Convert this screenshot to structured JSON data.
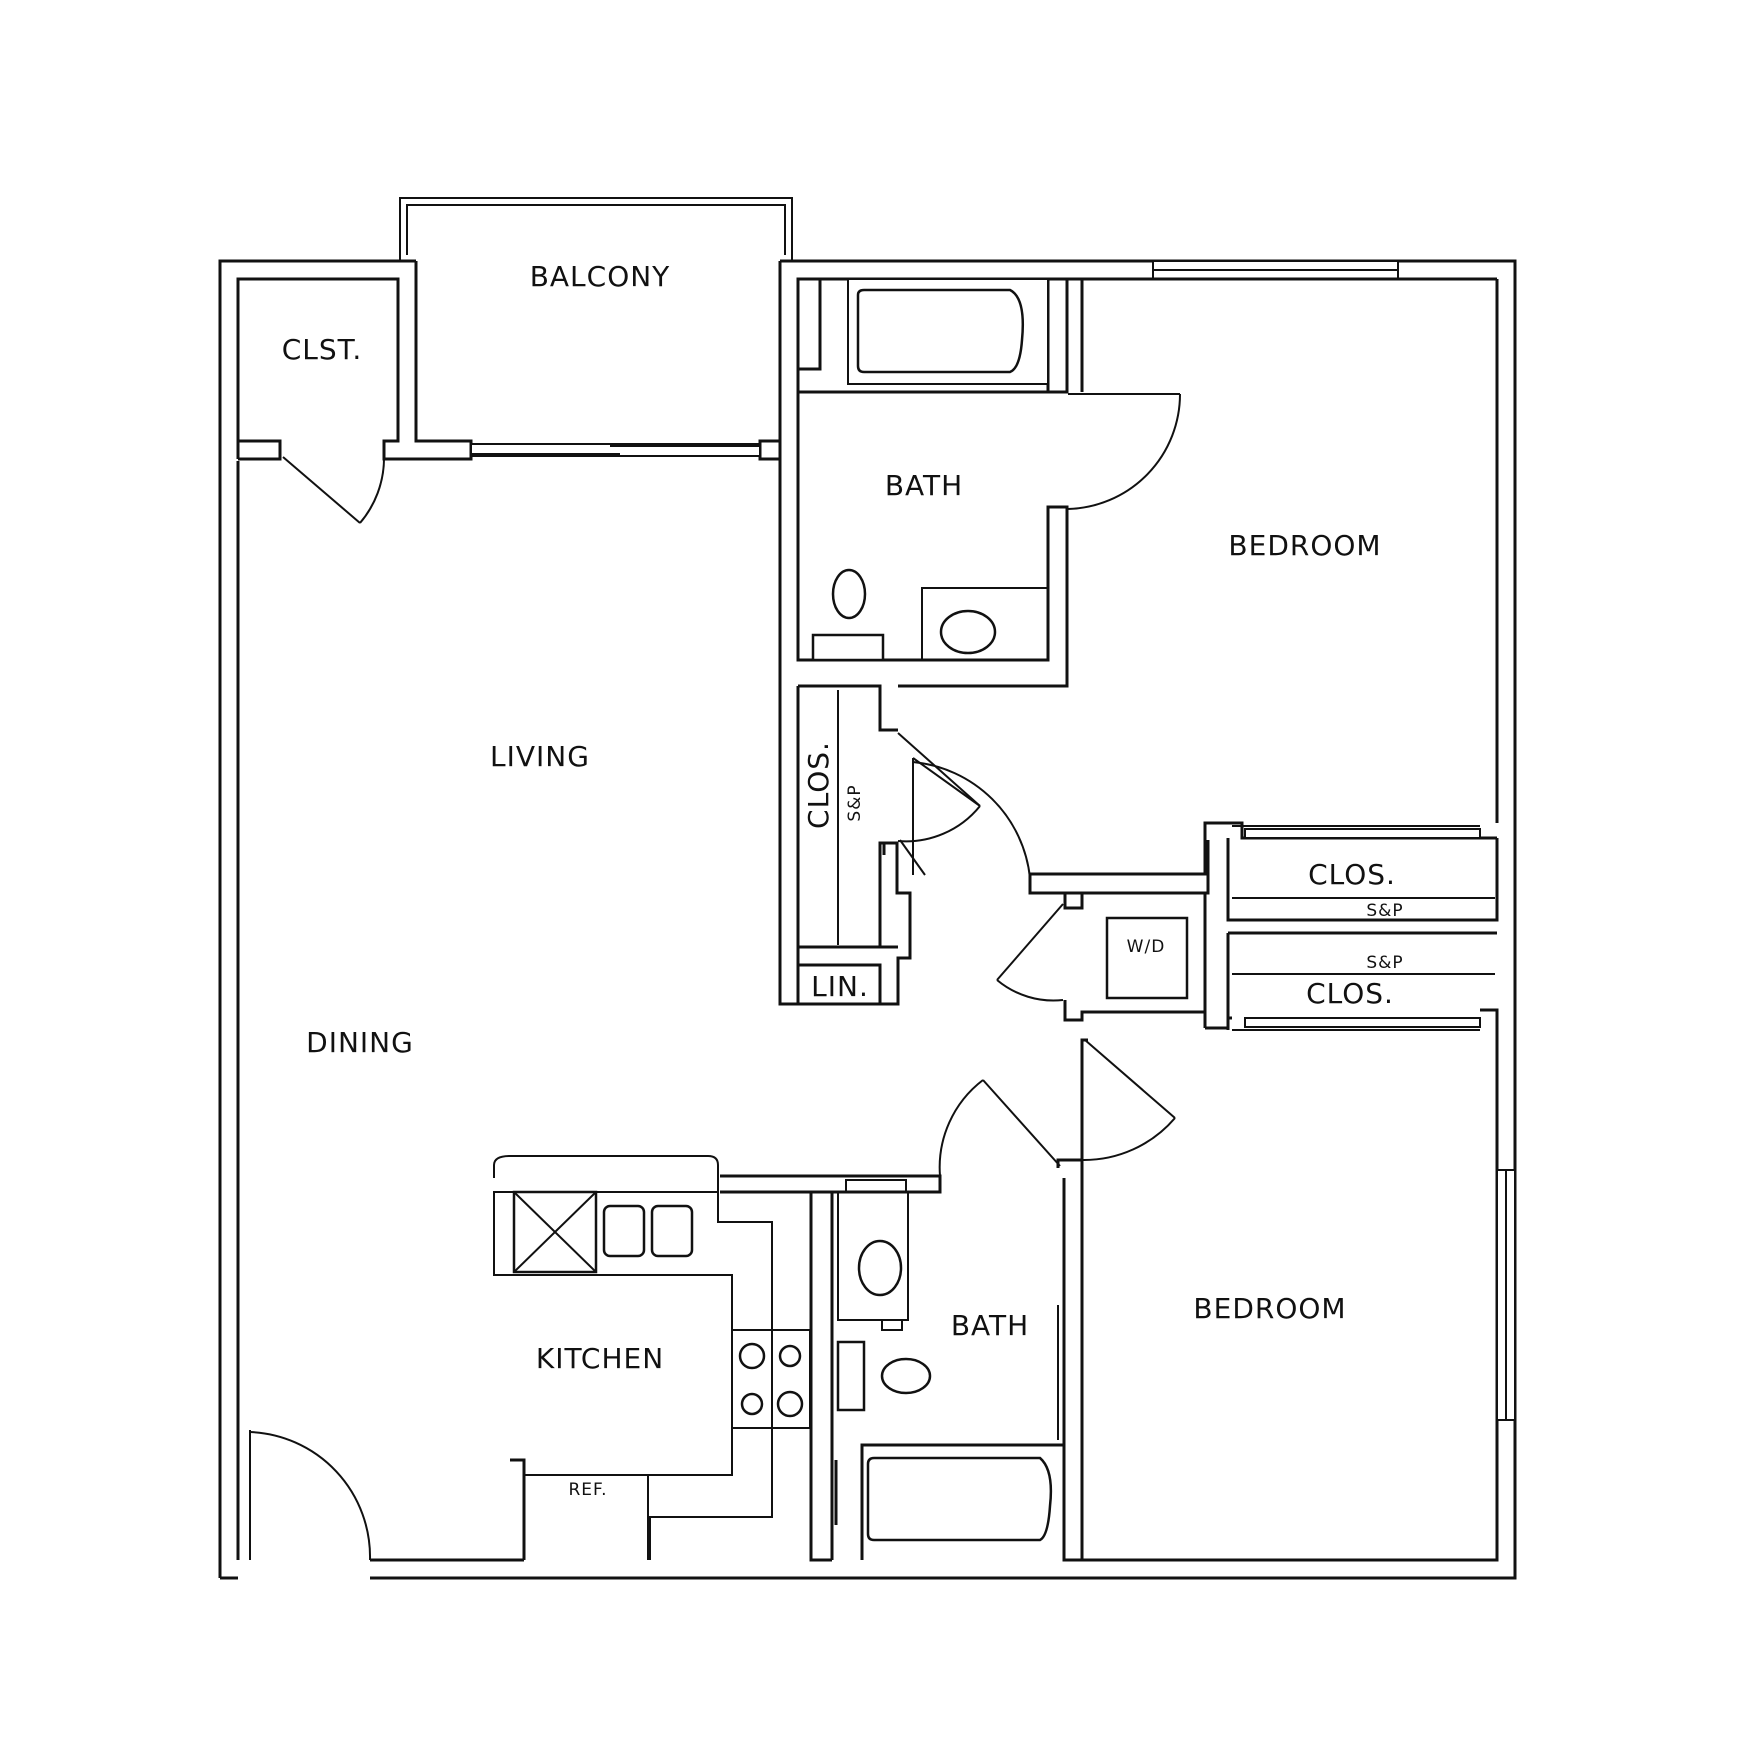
{
  "floor_plan": {
    "rooms": {
      "balcony": "BALCONY",
      "closet_entry": "CLST.",
      "bath_1": "BATH",
      "bedroom_1": "BEDROOM",
      "living": "LIVING",
      "closet_hall": "CLOS.",
      "shelf_pole_hall": "S&P",
      "linen": "LIN.",
      "closet_bed1": "CLOS.",
      "shelf_pole_bed1": "S&P",
      "washer_dryer": "W/D",
      "closet_bed2": "CLOS.",
      "shelf_pole_bed2": "S&P",
      "dining": "DINING",
      "kitchen": "KITCHEN",
      "refrigerator": "REF.",
      "bath_2": "BATH",
      "bedroom_2": "BEDROOM"
    },
    "colors": {
      "line": "#111111",
      "background": "#ffffff"
    }
  }
}
